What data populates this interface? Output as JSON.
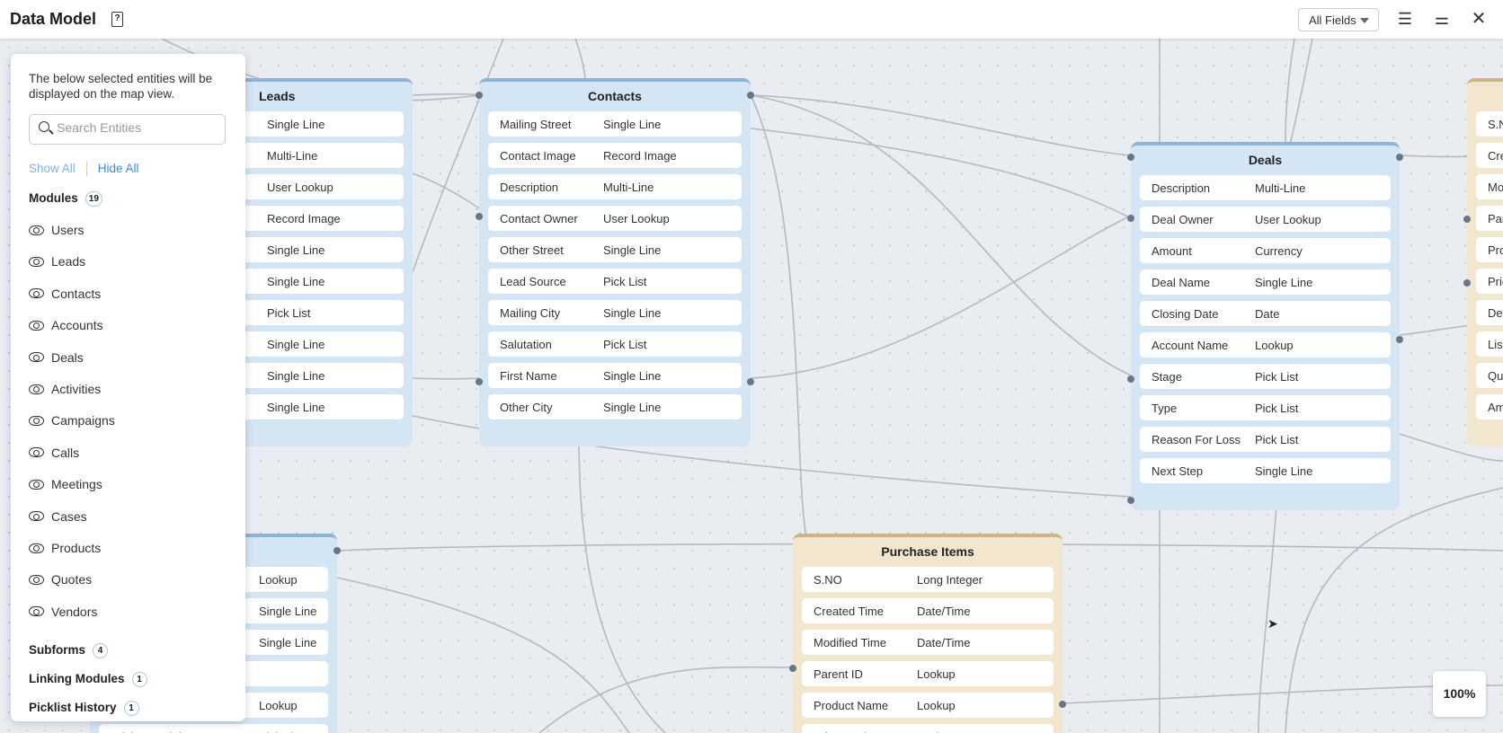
{
  "header": {
    "title": "Data Model",
    "help_icon": "help-book-icon",
    "field_filter": "All Fields",
    "icons": [
      "field-list-icon",
      "settings-sliders-icon",
      "close-icon"
    ]
  },
  "panel": {
    "description": "The below selected entities will be displayed on the map view.",
    "search_placeholder": "Search Entities",
    "show_all": "Show All",
    "hide_all": "Hide All",
    "modules_label": "Modules",
    "modules_count": "19",
    "modules": [
      "Users",
      "Leads",
      "Contacts",
      "Accounts",
      "Deals",
      "Activities",
      "Campaigns",
      "Calls",
      "Meetings",
      "Cases",
      "Products",
      "Quotes",
      "Vendors"
    ],
    "subforms_label": "Subforms",
    "subforms_count": "4",
    "linking_label": "Linking Modules",
    "linking_count": "1",
    "picklist_label": "Picklist History",
    "picklist_count": "1"
  },
  "entities": [
    {
      "title": "Leads",
      "theme": "blue",
      "fields": [
        [
          "",
          "Single Line"
        ],
        [
          "",
          "Multi-Line"
        ],
        [
          "",
          "User Lookup"
        ],
        [
          "",
          "Record Image"
        ],
        [
          "",
          "Single Line"
        ],
        [
          "",
          "Single Line"
        ],
        [
          "",
          "Pick List"
        ],
        [
          "",
          "Single Line"
        ],
        [
          "",
          "Single Line"
        ],
        [
          "",
          "Single Line"
        ]
      ]
    },
    {
      "title": "Contacts",
      "theme": "blue",
      "fields": [
        [
          "Mailing Street",
          "Single Line"
        ],
        [
          "Contact Image",
          "Record Image"
        ],
        [
          "Description",
          "Multi-Line"
        ],
        [
          "Contact Owner",
          "User Lookup"
        ],
        [
          "Other Street",
          "Single Line"
        ],
        [
          "Lead Source",
          "Pick List"
        ],
        [
          "Mailing City",
          "Single Line"
        ],
        [
          "Salutation",
          "Pick List"
        ],
        [
          "First Name",
          "Single Line"
        ],
        [
          "Other City",
          "Single Line"
        ]
      ]
    },
    {
      "title": "Deals",
      "theme": "blue",
      "fields": [
        [
          "Description",
          "Multi-Line"
        ],
        [
          "Deal Owner",
          "User Lookup"
        ],
        [
          "Amount",
          "Currency"
        ],
        [
          "Deal Name",
          "Single Line"
        ],
        [
          "Closing Date",
          "Date"
        ],
        [
          "Account Name",
          "Lookup"
        ],
        [
          "Stage",
          "Pick List"
        ],
        [
          "Type",
          "Pick List"
        ],
        [
          "Reason For Loss",
          "Pick List"
        ],
        [
          "Next Step",
          "Single Line"
        ]
      ]
    },
    {
      "title": "Purchase Items",
      "theme": "beige",
      "fields": [
        [
          "S.NO",
          "Long Integer"
        ],
        [
          "Created Time",
          "Date/Time"
        ],
        [
          "Modified Time",
          "Date/Time"
        ],
        [
          "Parent ID",
          "Lookup"
        ],
        [
          "Product Name",
          "Lookup"
        ],
        [
          "Price Book",
          "Lookup"
        ]
      ]
    },
    {
      "title": "",
      "theme": "beige",
      "fields": [
        [
          "S.NO",
          ""
        ],
        [
          "Created Time",
          ""
        ],
        [
          "Modified Time",
          ""
        ],
        [
          "Parent ID",
          ""
        ],
        [
          "Product Name",
          ""
        ],
        [
          "Price",
          ""
        ],
        [
          "Description",
          ""
        ],
        [
          "List Price",
          ""
        ],
        [
          "Quantity",
          ""
        ],
        [
          "Amount",
          ""
        ]
      ]
    },
    {
      "title": "",
      "theme": "blue",
      "fields": [
        [
          "",
          "Lookup"
        ],
        [
          "",
          "Single Line"
        ],
        [
          "",
          "Single Line"
        ],
        [
          "",
          ""
        ],
        [
          "",
          "Lookup"
        ],
        [
          "Pricing Model",
          "Pick List"
        ]
      ]
    }
  ],
  "zoom_level": "100%"
}
